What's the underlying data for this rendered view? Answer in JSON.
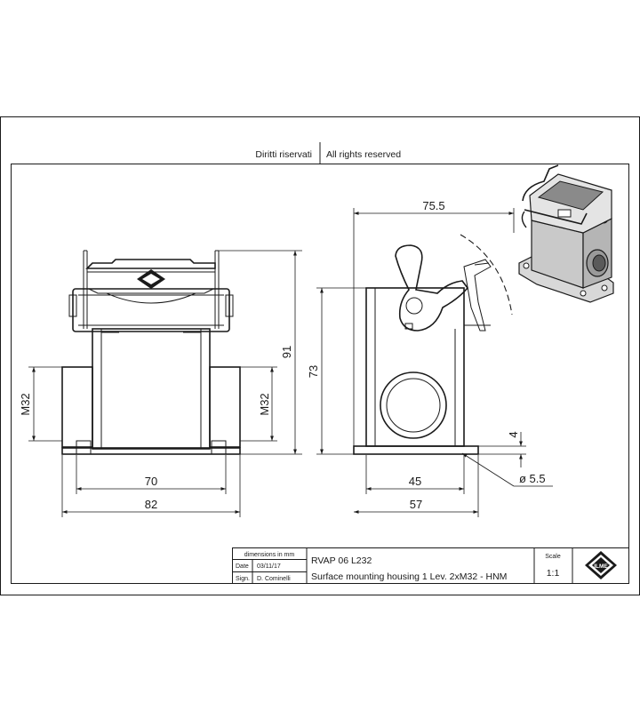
{
  "header": {
    "rights_it": "Diritti riservati",
    "rights_en": "All rights reserved"
  },
  "front_view": {
    "width_inner": "70",
    "width_outer": "82",
    "height": "91",
    "thread_left": "M32",
    "thread_right": "M32"
  },
  "side_view": {
    "width_top": "75.5",
    "height": "73",
    "base_thickness": "4",
    "hole": "ø 5.5",
    "width_inner": "45",
    "width_outer": "57"
  },
  "title_block": {
    "units_note": "dimensions in mm",
    "date_label": "Date",
    "date_value": "03/11/17",
    "sign_label": "Sign.",
    "sign_value": "D. Cominelli",
    "code": "RVAP 06 L232",
    "description": "Surface mounting housing 1 Lev. 2xM32 - HNM",
    "scale_label": "Scale",
    "scale_value": "1:1"
  },
  "logo_text": "ILME"
}
